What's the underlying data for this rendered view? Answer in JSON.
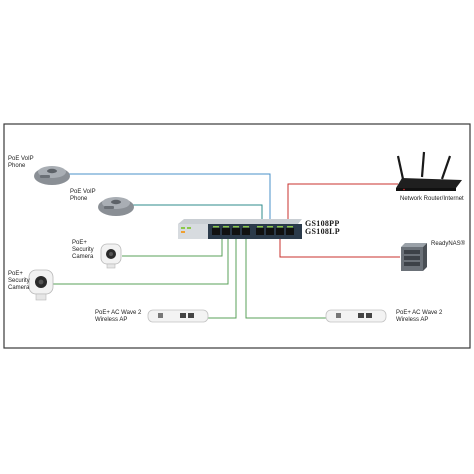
{
  "devices": {
    "voip_phone_1": {
      "label_line1": "PoE VoIP",
      "label_line2": "Phone"
    },
    "voip_phone_2": {
      "label_line1": "PoE VoIP",
      "label_line2": "Phone"
    },
    "camera_1": {
      "label_line1": "PoE+",
      "label_line2": "Security",
      "label_line3": "Camera"
    },
    "camera_2": {
      "label_line1": "PoE+",
      "label_line2": "Security",
      "label_line3": "Camera"
    },
    "ap_left": {
      "label_line1": "PoE+ AC Wave 2",
      "label_line2": "Wireless AP"
    },
    "ap_right": {
      "label_line1": "PoE+ AC Wave 2",
      "label_line2": "Wireless AP"
    },
    "router": {
      "label": "Network Router/Internet"
    },
    "nas": {
      "label": "ReadyNAS®"
    }
  },
  "switch": {
    "model_line1": "GS108PP",
    "model_line2": "GS108LP"
  },
  "colors": {
    "frame": "#3a3a3a",
    "cable_blue": "#4a90c8",
    "cable_teal": "#2e8b8b",
    "cable_green": "#5aa05a",
    "cable_red": "#c8302c",
    "switch_body": "#2b3a4a",
    "port_green": "#8cc84b"
  }
}
